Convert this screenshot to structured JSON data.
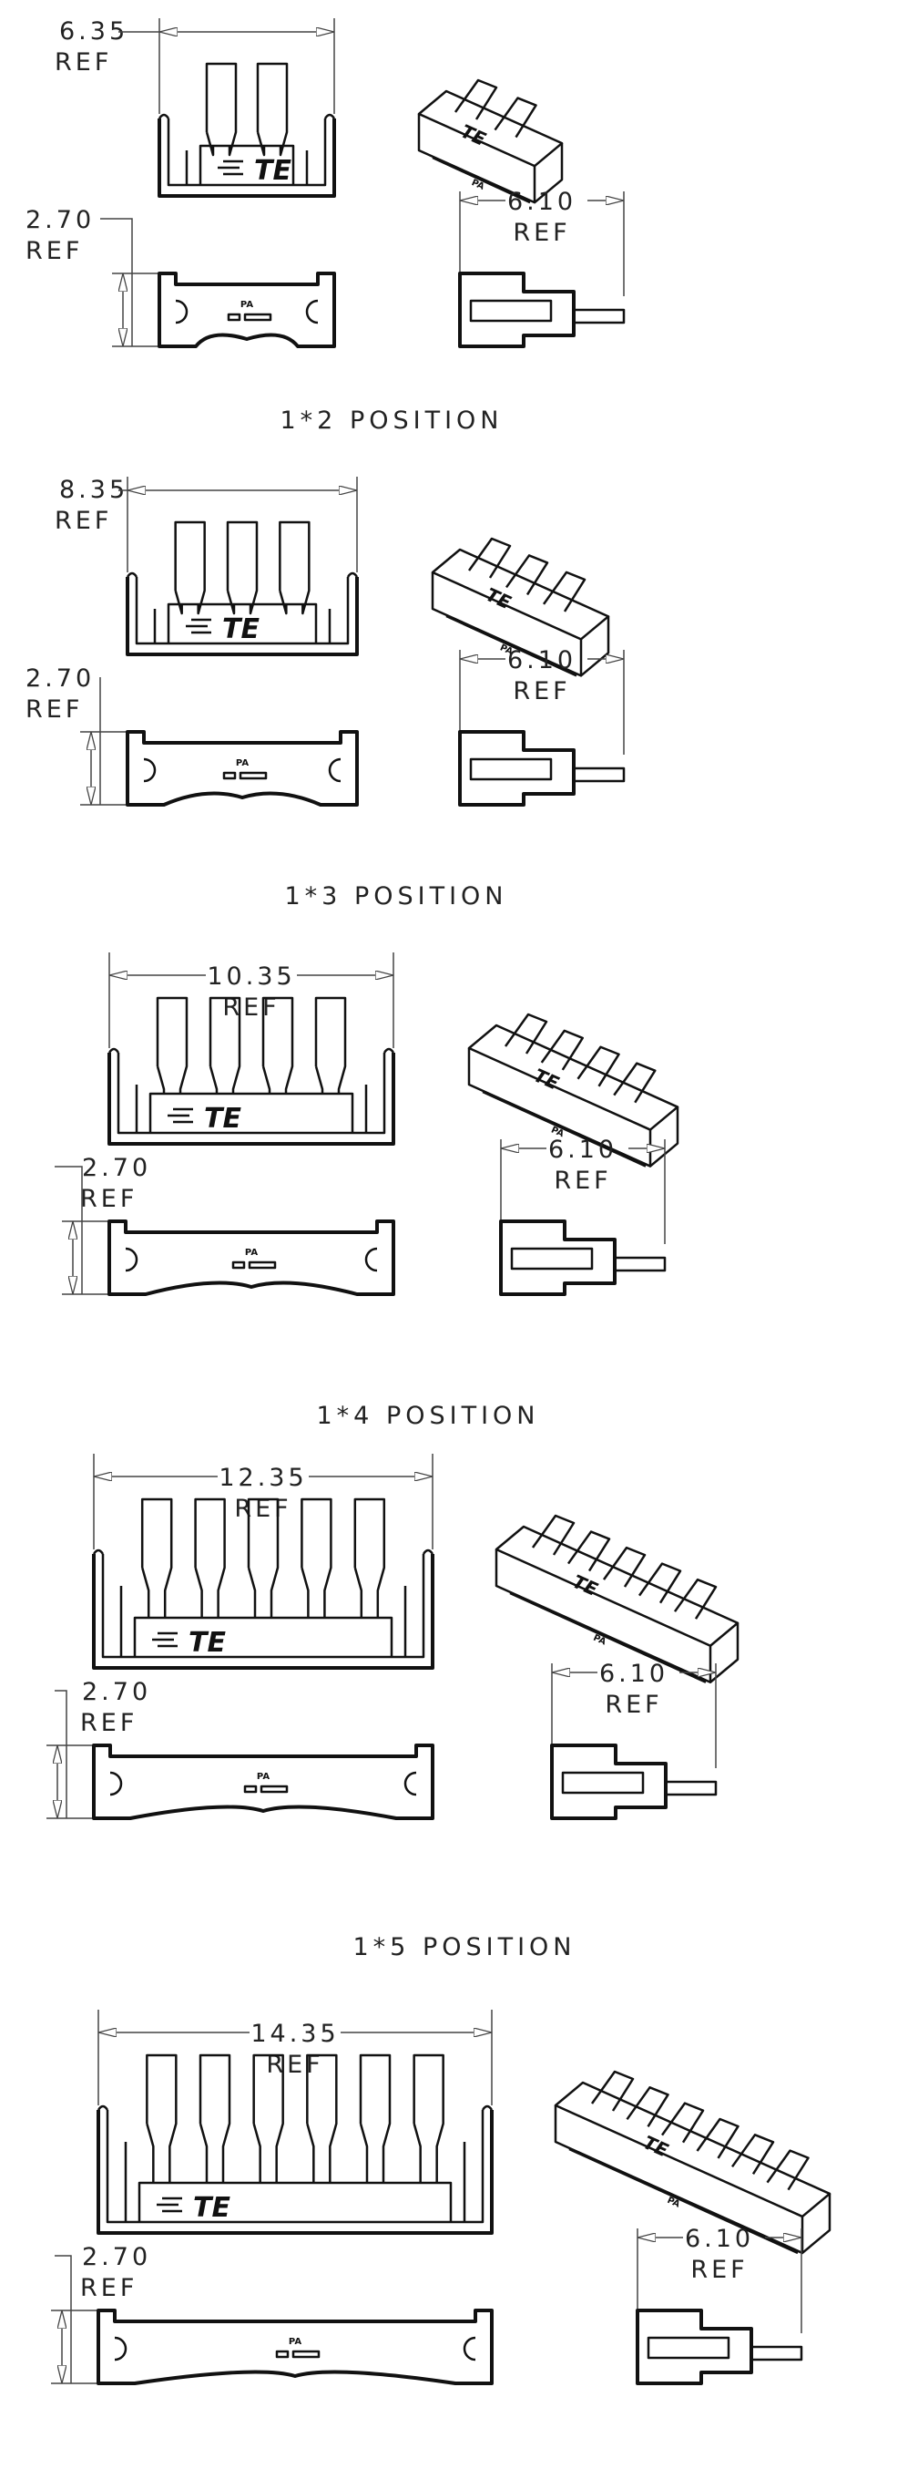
{
  "logo_text": "TE",
  "pa_text": "PA",
  "groups": [
    {
      "positions": 2,
      "front_width": "6.35",
      "height": "2.70",
      "side_width": "6.10",
      "ref": "REF",
      "caption": "1*2 POSITION"
    },
    {
      "positions": 3,
      "front_width": "8.35",
      "height": "2.70",
      "side_width": "6.10",
      "ref": "REF",
      "caption": "1*3 POSITION"
    },
    {
      "positions": 4,
      "front_width": "10.35",
      "height": "2.70",
      "side_width": "6.10",
      "ref": "REF",
      "caption": "1*4 POSITION"
    },
    {
      "positions": 5,
      "front_width": "12.35",
      "height": "2.70",
      "side_width": "6.10",
      "ref": "REF",
      "caption": "1*5 POSITION"
    },
    {
      "positions": 6,
      "front_width": "14.35",
      "height": "2.70",
      "side_width": "6.10",
      "ref": "REF",
      "caption": ""
    }
  ]
}
